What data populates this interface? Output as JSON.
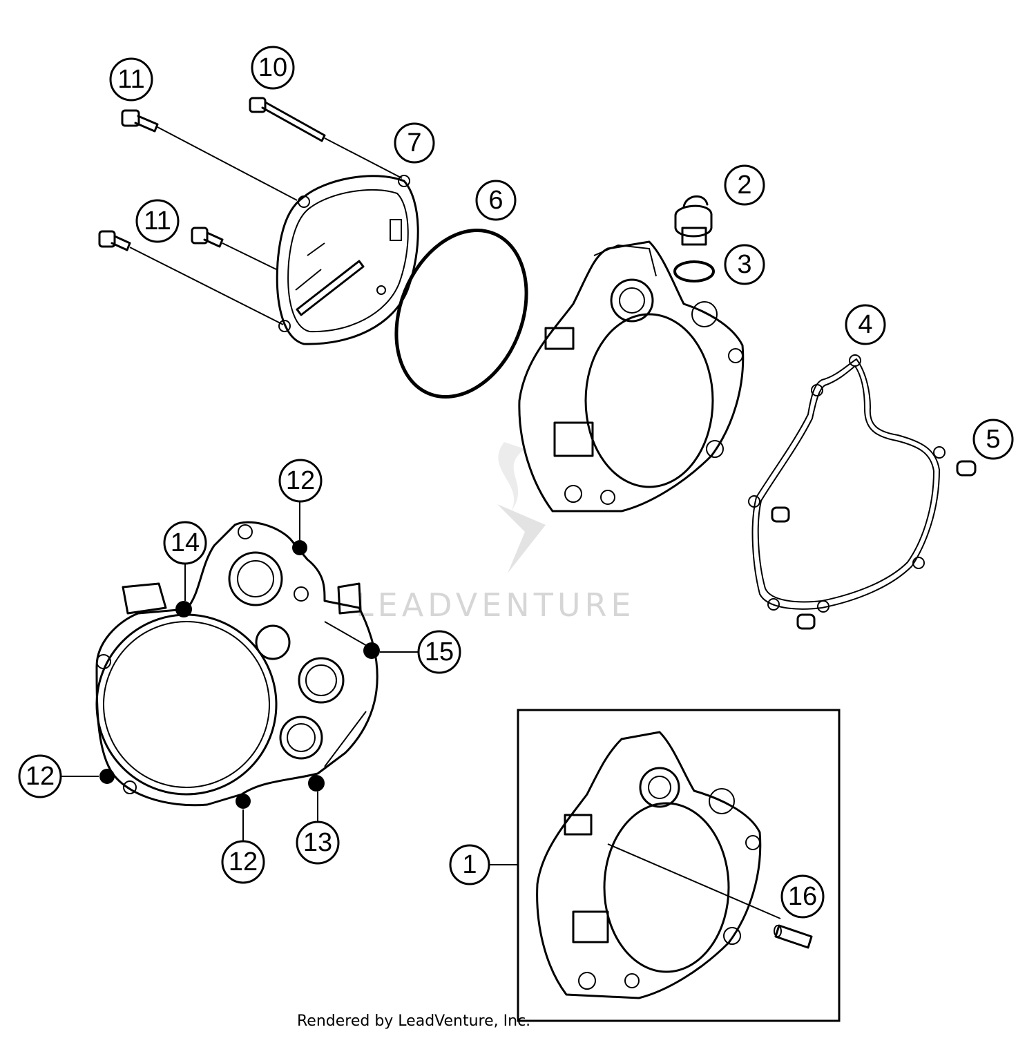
{
  "callouts": {
    "c1": "1",
    "c2": "2",
    "c3": "3",
    "c4": "4",
    "c5": "5",
    "c6": "6",
    "c7": "7",
    "c10": "10",
    "c11a": "11",
    "c11b": "11",
    "c12a": "12",
    "c12b": "12",
    "c12c": "12",
    "c13": "13",
    "c14": "14",
    "c15": "15",
    "c16": "16"
  },
  "watermark": "LEADVENTURE",
  "credit": "Rendered by LeadVenture, Inc."
}
